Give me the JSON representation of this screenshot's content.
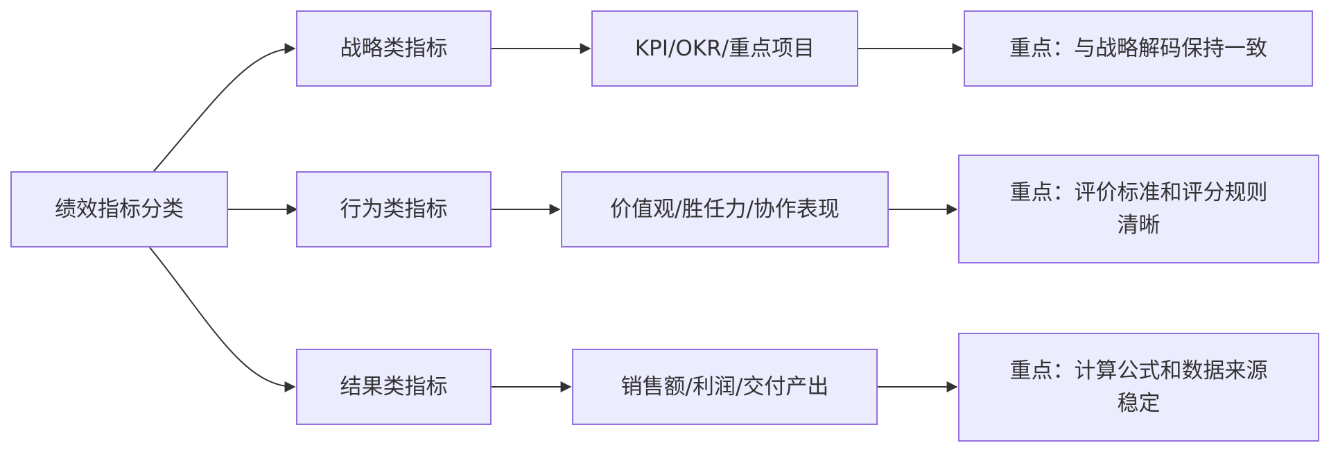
{
  "diagram": {
    "root": {
      "label": "绩效指标分类"
    },
    "categories": [
      {
        "label": "战略类指标"
      },
      {
        "label": "行为类指标"
      },
      {
        "label": "结果类指标"
      }
    ],
    "examples": [
      {
        "label": "KPI/OKR/重点项目"
      },
      {
        "label": "价值观/胜任力/协作表现"
      },
      {
        "label": "销售额/利润/交付产出"
      }
    ],
    "focus_points": [
      {
        "label": "重点：与战略解码保持一致"
      },
      {
        "label": "重点：评价标准和评分规则清晰"
      },
      {
        "label": "重点：计算公式和数据来源稳定"
      }
    ],
    "colors": {
      "node_fill": "#ececff",
      "node_border": "#9370db",
      "edge": "#333333",
      "text": "#333333"
    }
  }
}
